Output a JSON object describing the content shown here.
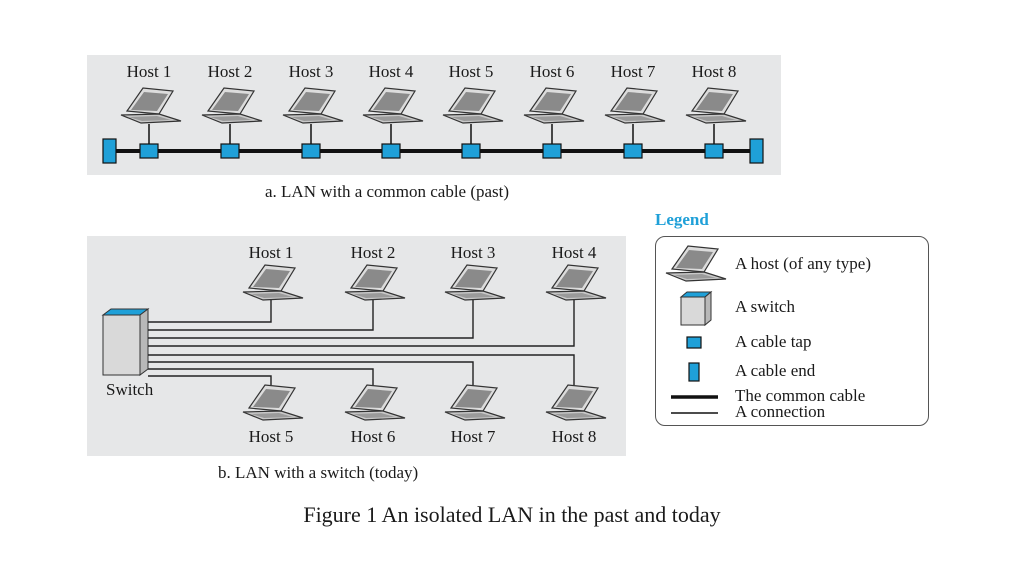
{
  "panel_a": {
    "hosts": [
      "Host 1",
      "Host 2",
      "Host 3",
      "Host 4",
      "Host 5",
      "Host 6",
      "Host 7",
      "Host 8"
    ],
    "caption": "a. LAN with a common cable (past)"
  },
  "panel_b": {
    "top_hosts": [
      "Host 1",
      "Host 2",
      "Host 3",
      "Host 4"
    ],
    "bottom_hosts": [
      "Host 5",
      "Host 6",
      "Host 7",
      "Host 8"
    ],
    "switch_label": "Switch",
    "caption": "b. LAN with a switch (today)"
  },
  "legend": {
    "title": "Legend",
    "items": [
      "A host (of any type)",
      "A switch",
      "A cable tap",
      "A cable end",
      "The common cable",
      "A connection"
    ]
  },
  "figure_caption": "Figure 1 An isolated LAN in the past and today",
  "colors": {
    "accent": "#1fa0d8",
    "panel_bg": "#e6e7e8",
    "legend_title": "#1fa0d8"
  }
}
